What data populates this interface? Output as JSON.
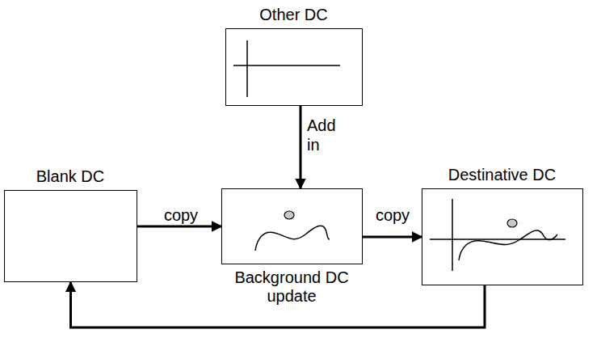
{
  "diagram": {
    "nodes": [
      {
        "text": [
          "Other DC"
        ]
      },
      {
        "text": [
          "Blank DC"
        ]
      },
      {
        "text": [
          "Background DC update"
        ]
      },
      {
        "text": [
          "Destinative DC"
        ]
      }
    ],
    "edges": [
      {
        "from": 0,
        "to": 2,
        "label": "Add in",
        "arrow": "to"
      },
      {
        "from": 1,
        "to": 2,
        "label": "copy",
        "arrow": "to"
      },
      {
        "from": 2,
        "to": 3,
        "label": "copy",
        "arrow": "to"
      },
      {
        "from": 3,
        "to": 1,
        "arrow": "to"
      }
    ]
  }
}
